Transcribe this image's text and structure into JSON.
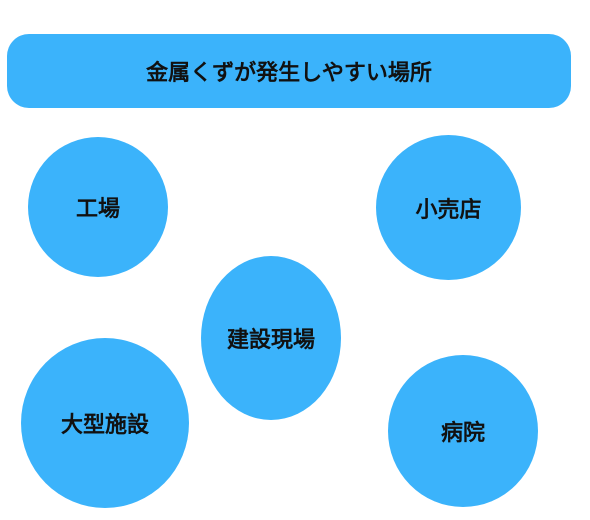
{
  "title": "金属くずが発生しやすい場所",
  "colors": {
    "shape_fill": "#3bb3fb",
    "text": "#111111",
    "background": "#ffffff"
  },
  "places": [
    {
      "id": "factory",
      "label": "工場"
    },
    {
      "id": "shop",
      "label": "小売店"
    },
    {
      "id": "construction-site",
      "label": "建設現場"
    },
    {
      "id": "large-facility",
      "label": "大型施設"
    },
    {
      "id": "hospital",
      "label": "病院"
    }
  ]
}
